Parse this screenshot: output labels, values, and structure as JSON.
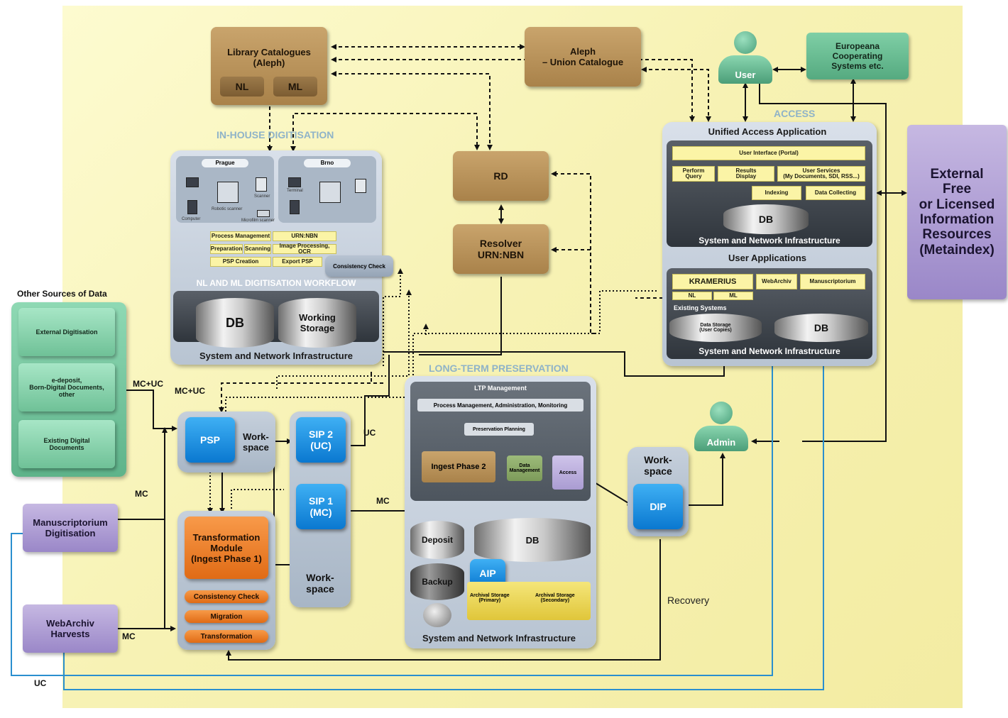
{
  "library": {
    "title": "Library Catalogues\n(Aleph)",
    "nl": "NL",
    "ml": "ML"
  },
  "aleph": {
    "title": "Aleph\n– Union Catalogue"
  },
  "user": {
    "label": "User"
  },
  "europeana": {
    "title": "Europeana\nCooperating\nSystems etc."
  },
  "rd": {
    "label": "RD"
  },
  "resolver": {
    "label": "Resolver\nURN:NBN"
  },
  "inhouse": {
    "title": "IN-HOUSE DIGITISATION",
    "prague": "Prague",
    "brno": "Brno",
    "workflow_title": "NL AND ML DIGITISATION WORKFLOW",
    "cells": [
      "Process Management",
      "URN:NBN",
      "Preparation",
      "Scanning",
      "Image Processing, OCR",
      "PSP Creation",
      "Export PSP"
    ],
    "consistency": "Consistency Check",
    "db": "DB",
    "working_storage": "Working\nStorage",
    "infra": "System and Network Infrastructure",
    "device_labels": [
      "Terminal",
      "Computer",
      "Robotic scanner",
      "Scanner",
      "Microfilm scanner"
    ]
  },
  "access": {
    "title": "ACCESS",
    "uaa": "Unified Access Application",
    "ui_portal": "User Interface (Portal)",
    "perform_query": "Perform\nQuery",
    "results_display": "Results\nDisplay",
    "user_services": "User Services\n(My Documents, SDI, RSS...)",
    "indexing": "Indexing",
    "data_collecting": "Data Collecting",
    "db": "DB",
    "infra1": "System and Network Infrastructure",
    "user_apps": "User Applications",
    "kramerius": "KRAMERIUS",
    "webarchiv": "WebArchiv",
    "manuscriptorium": "Manuscriptorium",
    "nl": "NL",
    "ml": "ML",
    "existing": "Existing Systems",
    "data_storage": "Data Storage\n(User Copies)",
    "db2": "DB",
    "infra2": "System and Network Infrastructure"
  },
  "external": {
    "title": "External\nFree\nor Licensed\nInformation\nResources\n(Metaindex)"
  },
  "other_sources": {
    "title": "Other Sources of Data",
    "items": [
      "External Digitisation",
      "e-deposit,\nBorn-Digital Documents,\nother",
      "Existing Digital\nDocuments"
    ]
  },
  "manuscriptorium_dig": {
    "label": "Manuscriptorium\nDigitisation"
  },
  "webarchiv_harvests": {
    "label": "WebArchiv\nHarvests"
  },
  "psp": {
    "label": "PSP",
    "workspace": "Work-\nspace"
  },
  "sip2": {
    "label": "SIP 2\n(UC)"
  },
  "sip1": {
    "label": "SIP 1\n(MC)"
  },
  "workspace2": "Work-\nspace",
  "transformation": {
    "title": "Transformation\nModule\n(Ingest Phase 1)",
    "bars": [
      "Consistency Check",
      "Migration",
      "Transformation"
    ]
  },
  "ltp": {
    "title": "LONG-TERM PRESERVATION",
    "mgmt": "LTP Management",
    "pm": "Process Management, Administration, Monitoring",
    "planning": "Preservation Planning",
    "ingest2": "Ingest Phase 2",
    "data_mgmt": "Data\nManagement",
    "access": "Access",
    "deposit": "Deposit",
    "backup": "Backup",
    "db": "DB",
    "aip": "AIP",
    "arch1": "Archival Storage\n(Primary)",
    "arch2": "Archival Storage\n(Secondary)",
    "infra": "System and Network Infrastructure"
  },
  "dip": {
    "label": "DIP",
    "workspace": "Work-\nspace"
  },
  "admin": {
    "label": "Admin"
  },
  "edges": {
    "mc_uc": "MC+UC",
    "mc": "MC",
    "uc": "UC",
    "recovery": "Recovery"
  }
}
